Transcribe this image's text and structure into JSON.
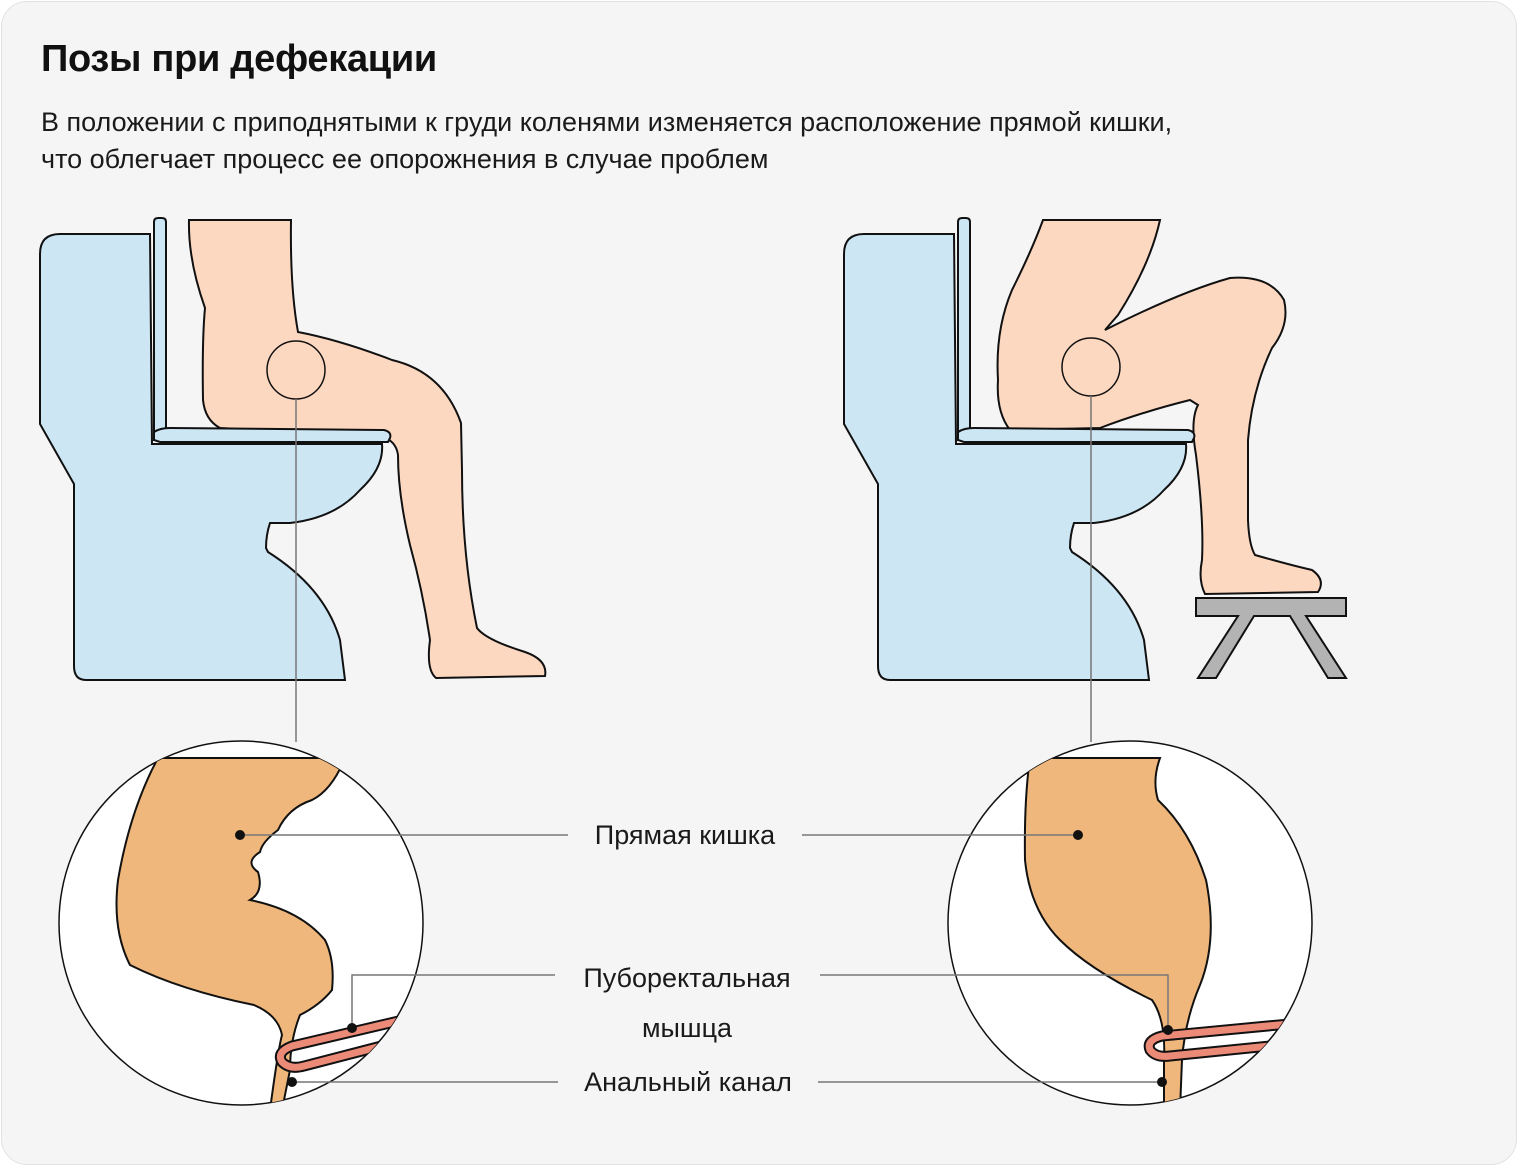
{
  "title": "Позы при дефекации",
  "subtitle": {
    "line1": "В положении с приподнятыми к груди коленями изменяется расположение прямой кишки,",
    "line2": "что облегчает процесс ее опорожнения в случае проблем"
  },
  "labels": {
    "rectum": "Прямая кишка",
    "puborectalis_line1": "Пуборектальная",
    "puborectalis_line2": "мышца",
    "anal_canal": "Анальный канал"
  },
  "colors": {
    "background": "#f5f5f5",
    "toilet": "#cce6f4",
    "skin": "#fdd8c0",
    "rectum": "#efb77b",
    "muscle": "#ec8a78",
    "stool": "#b3b3b3",
    "outline": "#111111",
    "leader": "#777777"
  }
}
